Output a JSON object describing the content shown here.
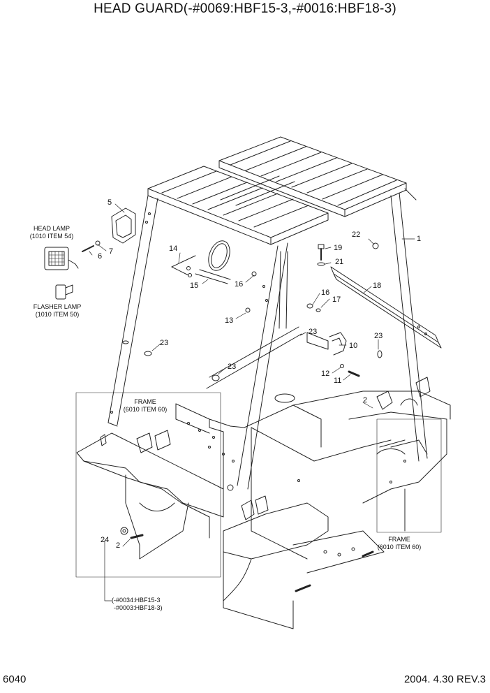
{
  "title": "HEAD GUARD(-#0069:HBF15-3,-#0016:HBF18-3)",
  "page_number": "6040",
  "revision": "2004. 4.30 REV.3",
  "captions": {
    "head_lamp": [
      "HEAD LAMP",
      "(1010 ITEM 54)"
    ],
    "flasher_lamp": [
      "FLASHER LAMP",
      "(1010 ITEM 50)"
    ],
    "frame_left": [
      "FRAME",
      "(6010 ITEM 60)"
    ],
    "frame_right": [
      "FRAME",
      "(6010 ITEM 60)"
    ],
    "serial_note": [
      "(-#0034:HBF15-3",
      "-#0003:HBF18-3)"
    ]
  },
  "callouts": [
    {
      "id": "c5",
      "text": "5"
    },
    {
      "id": "c6",
      "text": "6"
    },
    {
      "id": "c7",
      "text": "7"
    },
    {
      "id": "c14",
      "text": "14"
    },
    {
      "id": "c15",
      "text": "15"
    },
    {
      "id": "c16a",
      "text": "16"
    },
    {
      "id": "c22",
      "text": "22"
    },
    {
      "id": "c1",
      "text": "1"
    },
    {
      "id": "c19",
      "text": "19"
    },
    {
      "id": "c21",
      "text": "21"
    },
    {
      "id": "c18",
      "text": "18"
    },
    {
      "id": "c16b",
      "text": "16"
    },
    {
      "id": "c17",
      "text": "17"
    },
    {
      "id": "c13",
      "text": "13"
    },
    {
      "id": "c23a",
      "text": "23"
    },
    {
      "id": "c10",
      "text": "10"
    },
    {
      "id": "c23b",
      "text": "23"
    },
    {
      "id": "c23c",
      "text": "23"
    },
    {
      "id": "c23d",
      "text": "23"
    },
    {
      "id": "c12",
      "text": "12"
    },
    {
      "id": "c11",
      "text": "11"
    },
    {
      "id": "c2a",
      "text": "2"
    },
    {
      "id": "c24",
      "text": "24"
    },
    {
      "id": "c2b",
      "text": "2"
    }
  ]
}
